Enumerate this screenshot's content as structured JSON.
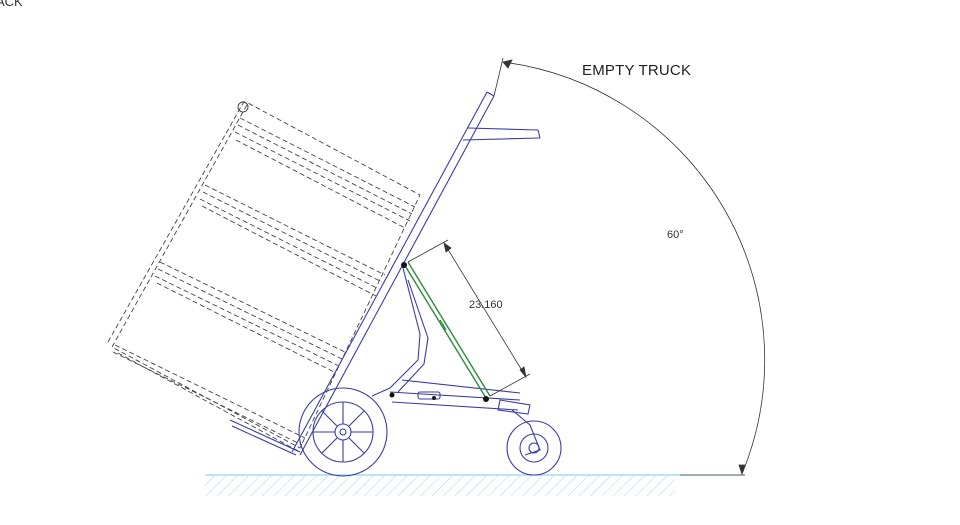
{
  "labels": {
    "corner_text": "ACK",
    "title": "EMPTY TRUCK",
    "angle": "60°",
    "dimension": "23.160"
  },
  "colors": {
    "line": "#3b3ba8",
    "hidden_line": "#444444",
    "gas_spring": "#2e8b3a",
    "ground": "#7ec8e3",
    "dimension": "#333333"
  },
  "icons": [
    "wheel-icon",
    "caster-icon",
    "rivet-icon"
  ]
}
